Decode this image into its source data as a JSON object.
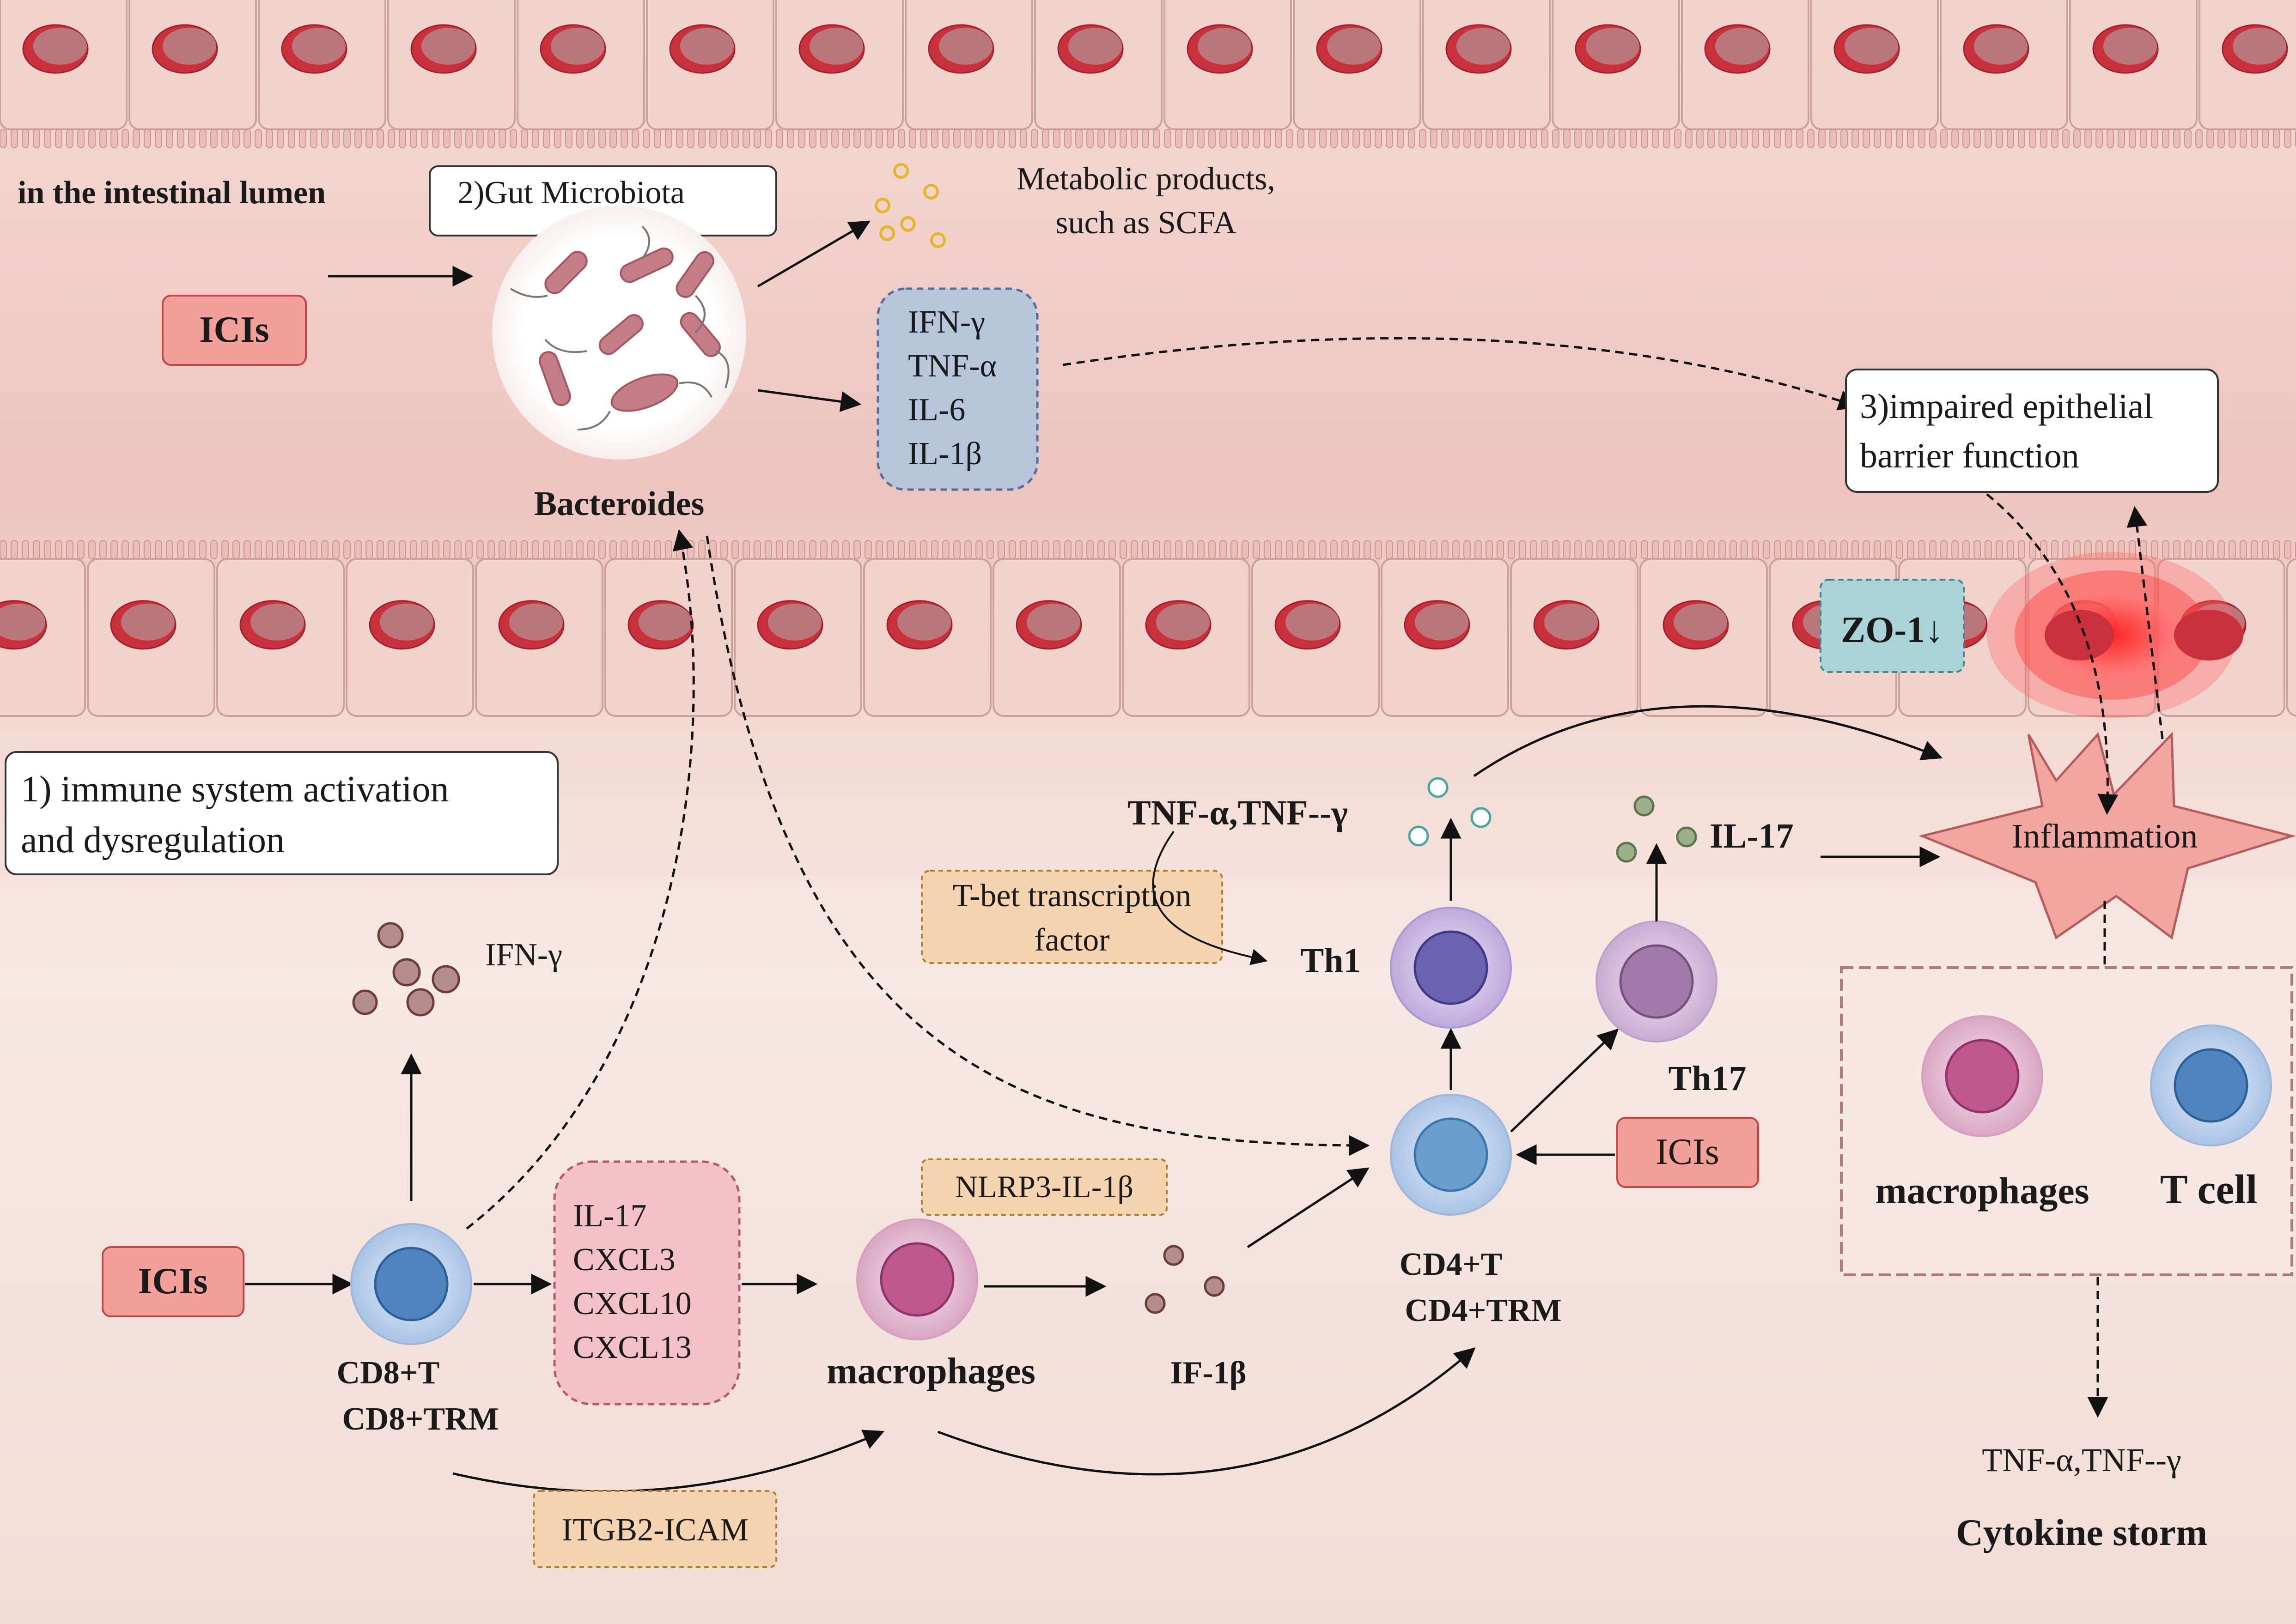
{
  "colors": {
    "epithelium": "#f0cfc9",
    "nucleus": "#c8303b",
    "ici_box": "#f4a09a",
    "ici_border": "#c2454a",
    "cytokine_box": "#b8c6dc",
    "label_box": "#f7d4b1",
    "zo1_box": "#a9d3d6",
    "inflammation": "#f2a6a2",
    "inflamed": "#ff2a2a"
  },
  "lumen": {
    "title": "in the intestinal lumen",
    "microbiota_label": "2)Gut Microbiota",
    "ici_label": "ICIs",
    "bacteria_label": "Bacteroides",
    "metabolic_label_1": "Metabolic products,",
    "metabolic_label_2": "such as SCFA",
    "cytokines": [
      "IFN-γ",
      "TNF-α",
      "IL-6",
      "IL-1β"
    ],
    "barrier_label_1": "3)impaired epithelial",
    "barrier_label_2": "barrier function",
    "zo1_label": "ZO-1↓"
  },
  "lamina": {
    "immune_label_1": "1) immune system activation",
    "immune_label_2": "and dysregulation",
    "ifn_label": "IFN-γ",
    "ici_left": "ICIs",
    "cd8_line1": "CD8+T",
    "cd8_line2": "CD8+TRM",
    "chemokines": [
      "IL-17",
      "CXCL3",
      "CXCL10",
      "CXCL13"
    ],
    "macrophages_label": "macrophages",
    "nlrp3_label": "NLRP3-IL-1β",
    "if1b_label": "IF-1β",
    "itgb2_label": "ITGB2-ICAM",
    "cd4_line1": "CD4+T",
    "cd4_line2": "CD4+TRM",
    "ici_right": "ICIs",
    "th1_label": "Th1",
    "th17_label": "Th17",
    "tbet_line1": "T-bet transcription",
    "tbet_line2": "factor",
    "tnf_label": "TNF-α,TNF--γ",
    "il17_label": "IL-17",
    "inflammation_label": "Inflammation",
    "inf_macrophages": "macrophages",
    "inf_tcell": "T cell",
    "storm_cytokines": "TNF-α,TNF--γ",
    "storm_label": "Cytokine storm"
  }
}
